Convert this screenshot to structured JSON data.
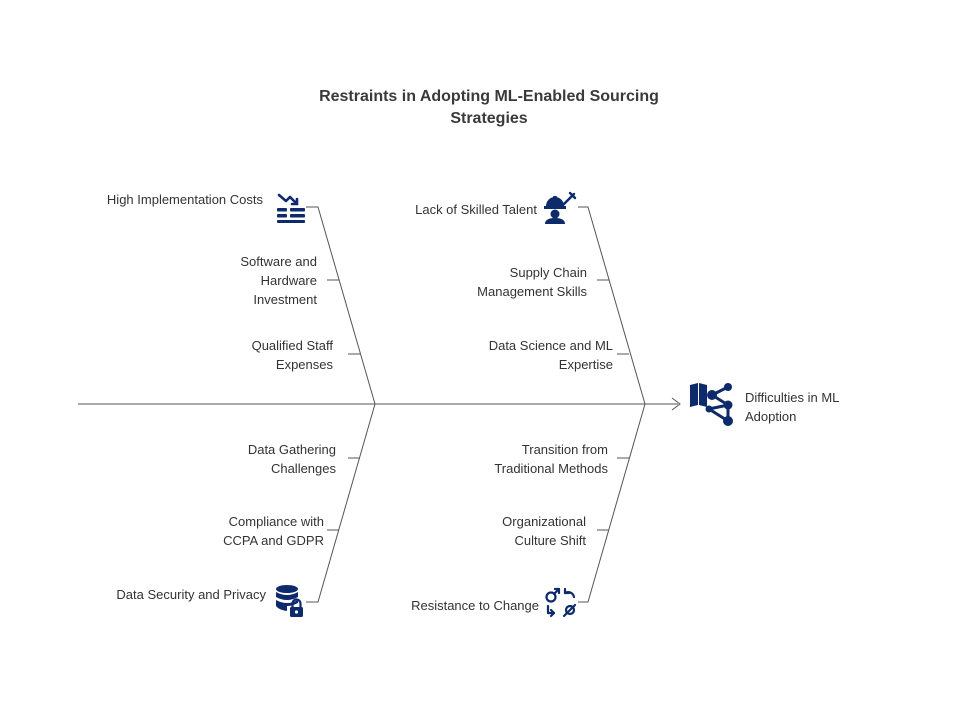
{
  "title": "Restraints in Adopting ML-Enabled Sourcing Strategies",
  "effect": {
    "label": "Difficulties in ML Adoption",
    "icon": "book-network-icon"
  },
  "causes": {
    "top_left": {
      "heading": "High Implementation Costs",
      "icon": "cost-decrease-icon",
      "items": [
        "Software and Hardware Investment",
        "Qualified Staff Expenses"
      ]
    },
    "top_right": {
      "heading": "Lack of Skilled Talent",
      "icon": "skilled-worker-icon",
      "items": [
        "Supply Chain Management Skills",
        "Data Science and ML Expertise"
      ]
    },
    "bottom_left": {
      "heading": "Data Security and Privacy",
      "icon": "database-lock-icon",
      "items": [
        "Data Gathering Challenges",
        "Compliance with CCPA and GDPR"
      ]
    },
    "bottom_right": {
      "heading": "Resistance to Change",
      "icon": "change-arrows-icon",
      "items": [
        "Transition from Traditional Methods",
        "Organizational Culture Shift"
      ]
    }
  },
  "colors": {
    "icon": "#0d2a6b",
    "line": "#555555",
    "text": "#333333"
  }
}
